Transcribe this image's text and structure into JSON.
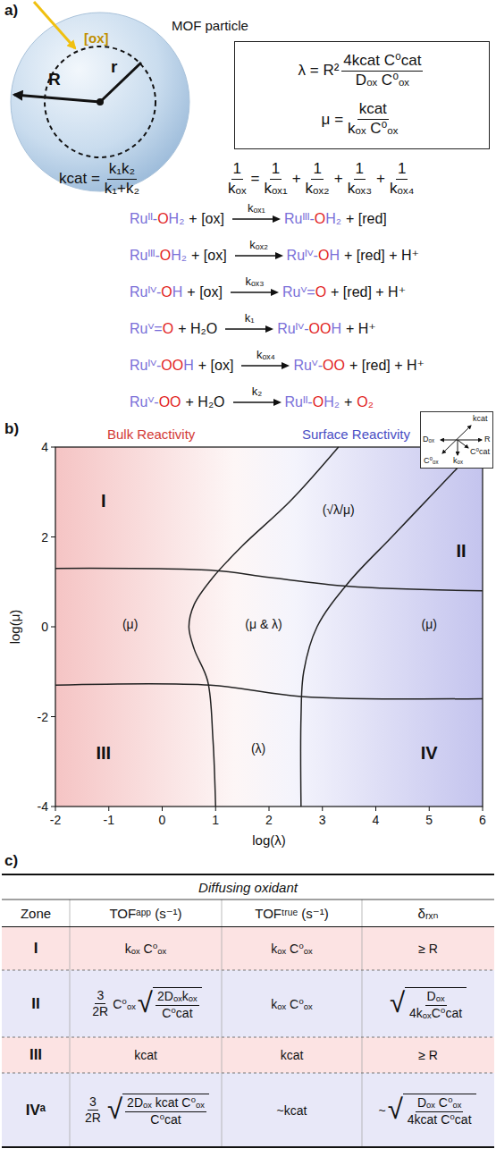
{
  "diagram": {
    "nodes": [
      {
        "text": [
          "MOF particle",
          "[ox]",
          "R",
          "r"
        ]
      },
      {
        "text": [
          "λ = R²",
          "4kcat C⁰cat",
          "Dₒₓ C⁰ₒₓ",
          "μ =",
          "kcat",
          "kₒₓ C⁰ₒₓ"
        ]
      },
      {
        "text": [
          "Dₒₓ",
          "kcat",
          "R",
          "C⁰cat",
          "C⁰ₒₓ",
          "kₒₓ"
        ]
      }
    ],
    "labels": [
      "a)",
      "kcat =",
      "k₁k₂",
      "k₁+k₂",
      "1",
      "kₒₓ",
      "=",
      "1",
      "kₒₓ₁",
      "+",
      "1",
      "kₒₓ₂",
      "+",
      "1",
      "kₒₓ₃",
      "+",
      "1",
      "kₒₓ₄",
      "Ruᴵᴵ-",
      "O",
      "H₂",
      "+ [ox]",
      "kₒₓ₁",
      "Ruᴵᴵᴵ-",
      "O",
      "H₂",
      "+ [red]",
      "Ruᴵᴵᴵ-",
      "O",
      "H₂",
      "+ [ox]",
      "kₒₓ₂",
      "Ruᴵⱽ-",
      "O",
      "H",
      "+ [red] + H⁺",
      "Ruᴵⱽ-",
      "O",
      "H",
      "+ [ox]",
      "kₒₓ₃",
      "Ruⱽ=",
      "O",
      "+ [red] + H⁺",
      "Ruⱽ=",
      "O",
      "+ H₂O",
      "k₁",
      "Ruᴵⱽ-",
      "OO",
      "H",
      "+ H⁺",
      "Ruᴵⱽ-",
      "OO",
      "H",
      "+ [ox]",
      "kₒₓ₄",
      "Ruⱽ-",
      "OO",
      "+ [red] + H⁺",
      "Ruⱽ-",
      "OO",
      "+ H₂O",
      "k₂",
      "Ruᴵᴵ-",
      "O",
      "H₂",
      "+",
      "O₂",
      "b)",
      "Bulk Reactivity",
      "Surface Reactivity",
      "4",
      "2",
      "0",
      "-2",
      "-4",
      "-2",
      "-1",
      "0",
      "1",
      "2",
      "3",
      "4",
      "5",
      "6",
      "log(λ)",
      "log(μ)",
      "I",
      "(√λ/μ)",
      "II",
      "(μ)",
      "(μ & λ)",
      "(μ)",
      "III",
      "(λ)",
      "IV",
      "c)",
      "Diffusing oxidant",
      "Zone",
      "TOFᵃᵖᵖ (s⁻¹)",
      "TOFᵗʳᵘᵉ (s⁻¹)",
      "δᵣₓₙ",
      "I",
      "kₒₓ C⁰ₒₓ",
      "kₒₓ C⁰ₒₓ",
      "≥ R",
      "II",
      "3",
      "2R",
      "C⁰ₒₓ",
      "√",
      "2Dₒₓkₒₓ",
      "C⁰cat",
      "kₒₓ C⁰ₒₓ",
      "√",
      "Dₒₓ",
      "4kₒₓC⁰cat",
      "III",
      "kcat",
      "kcat",
      "≥ R",
      "IVᵃ",
      "3",
      "2R",
      "√",
      "2Dₒₓ kcat C⁰ₒₓ",
      "C⁰cat",
      "~kcat",
      "~",
      "√",
      "Dₒₓ C⁰ₒₓ",
      "4kcat C⁰cat"
    ]
  }
}
